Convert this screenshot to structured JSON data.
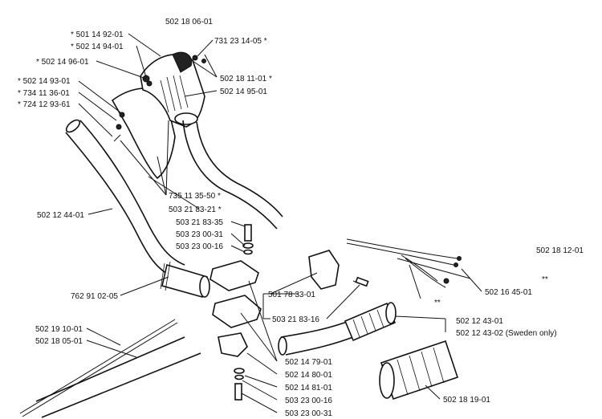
{
  "parts": {
    "p01": "502 18 06-01",
    "p02": "* 501 14 92-01",
    "p03": "* 502  14 94-01",
    "p04": "731 23 14-05 *",
    "p05": "* 502 14 96-01",
    "p06": "502 18 11-01 *",
    "p07": "502 14 95-01",
    "p08": "* 502 14 93-01",
    "p09": "* 734 11 36-01",
    "p10": "* 724 12 93-61",
    "p11": "735 11 35-50 *",
    "p12": "503 21 83-21 *",
    "p13": "502 12 44-01",
    "p14": "503 21 83-35",
    "p15": "503 23 00-31",
    "p16": "503 23 00-16",
    "p17": "502 18 12-01",
    "p18": "502 16 45-01",
    "p19": "**",
    "p20": "**",
    "p21": "762 91 02-05",
    "p22": "501 78 33-01",
    "p23": "503 21 83-16",
    "p24": "502 12 43-01",
    "p25": "502 12 43-02 (Sweden only)",
    "p26": "502 19 10-01",
    "p27": "502 18 05-01",
    "p28": "502 14 79-01",
    "p29": "502 14 80-01",
    "p30": "502 14 81-01",
    "p31": "503 23 00-16",
    "p32": "503 23 00-31",
    "p33": "502 18 19-01"
  },
  "colors": {
    "ink": "#111111",
    "background": "#ffffff"
  }
}
